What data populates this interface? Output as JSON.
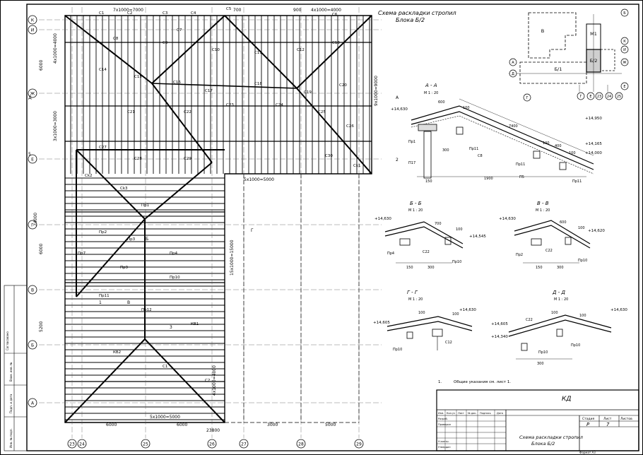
{
  "sheet": {
    "main_title": "Схема раскладки стропил",
    "main_subtitle": "Блока Б/2",
    "general_note_num": "1.",
    "general_note": "Общие указания см. лист 1."
  },
  "axes": {
    "columns": [
      "23",
      "24",
      "25",
      "26",
      "27",
      "28",
      "29"
    ],
    "rows": [
      "К",
      "И",
      "Ж",
      "Е",
      "Г",
      "В",
      "Б",
      "А"
    ]
  },
  "plan_labels": {
    "dims_top": [
      "7x1000=7000",
      "4x1000=4000",
      "700",
      "900"
    ],
    "dims_bottom": [
      "23800",
      "6000",
      "6000",
      "5x1000=5000",
      "3000",
      "5000"
    ],
    "dims_left": [
      "6000",
      "5200",
      "6000",
      "24000",
      "4x1000=4000",
      "3x1000=3000"
    ],
    "dims_right": [
      "9x1000=9000",
      "5x1000=5000",
      "15x1000=15000",
      "4x1000=4000"
    ],
    "rafters": [
      "С1",
      "С2",
      "С3",
      "С4",
      "С5",
      "С6",
      "С7",
      "С8",
      "С9",
      "С10",
      "С11",
      "С12",
      "С13",
      "С14",
      "С15",
      "С16",
      "С17",
      "С18",
      "С19",
      "С20",
      "С21",
      "С22",
      "С23",
      "С24",
      "С25",
      "С26",
      "С27",
      "С28",
      "С29",
      "С30",
      "Сk1",
      "Сk2",
      "Сk3",
      "Пр1",
      "Пр2",
      "Пр3",
      "Пр4",
      "Пр7",
      "Пр9",
      "Пр10",
      "Пр11",
      "Пр12",
      "КВ1",
      "КВ2"
    ],
    "section_marks": [
      "А",
      "Б",
      "В",
      "Г",
      "Д",
      "1",
      "3",
      "5",
      "2"
    ]
  },
  "key_plan": {
    "blocks": [
      "В",
      "М1",
      "Б/2",
      "Б/1"
    ],
    "axes": [
      "Б",
      "К",
      "И",
      "Ж",
      "Е",
      "А",
      "Д",
      "Г",
      "Г",
      "Е",
      "23",
      "24",
      "25"
    ]
  },
  "sections": [
    {
      "title": "А - А",
      "scale": "М 1 : 20",
      "marks": [
        "+14,630",
        "+14,950",
        "+14,165",
        "+14,000"
      ],
      "dims": [
        "600",
        "100",
        "7400",
        "100",
        "400",
        "100",
        "1900",
        "300",
        "150"
      ],
      "items": [
        "Пр1",
        "Пр11",
        "С8",
        "Пр11",
        "П5",
        "Пр11",
        "П17"
      ]
    },
    {
      "title": "Б - Б",
      "scale": "М 1 : 20",
      "marks": [
        "+14,630",
        "+14,545"
      ],
      "dims": [
        "700",
        "100",
        "150",
        "300"
      ],
      "items": [
        "Пр4",
        "С22",
        "Пр10"
      ]
    },
    {
      "title": "В - В",
      "scale": "М 1 : 20",
      "marks": [
        "+14,630",
        "+14,620"
      ],
      "dims": [
        "600",
        "100",
        "150",
        "300"
      ],
      "items": [
        "Пр2",
        "С22",
        "Пр10"
      ]
    },
    {
      "title": "Г - Г",
      "scale": "М 1 : 20",
      "marks": [
        "+14,630",
        "+14,605"
      ],
      "dims": [
        "100",
        "100"
      ],
      "items": [
        "Пр10",
        "С12"
      ]
    },
    {
      "title": "Д - Д",
      "scale": "М 1 : 20",
      "marks": [
        "+14,630",
        "+14,605",
        "+14,340"
      ],
      "dims": [
        "100",
        "100",
        "300"
      ],
      "items": [
        "С22",
        "Пр10",
        "Пр10"
      ]
    }
  ],
  "title_block": {
    "code": "КД",
    "drawing_title_1": "Схема раскладки стропил",
    "drawing_title_2": "Блока Б/2",
    "stage_head": "Стадия",
    "sheet_head": "Лист",
    "sheets_head": "Листов",
    "stage": "Р",
    "sheet": "7",
    "col_heads": [
      "Изм.",
      "Кол.уч",
      "Лист",
      "№ док.",
      "Подпись",
      "Дата"
    ],
    "roles": [
      "Разраб.",
      "Проверил",
      "Н.контр.",
      "Утвердил"
    ],
    "format": "Формат А3"
  },
  "side_stamp": [
    "Взам. инв. №",
    "Подп. и дата",
    "Инв. № подл.",
    "Согласовано"
  ]
}
